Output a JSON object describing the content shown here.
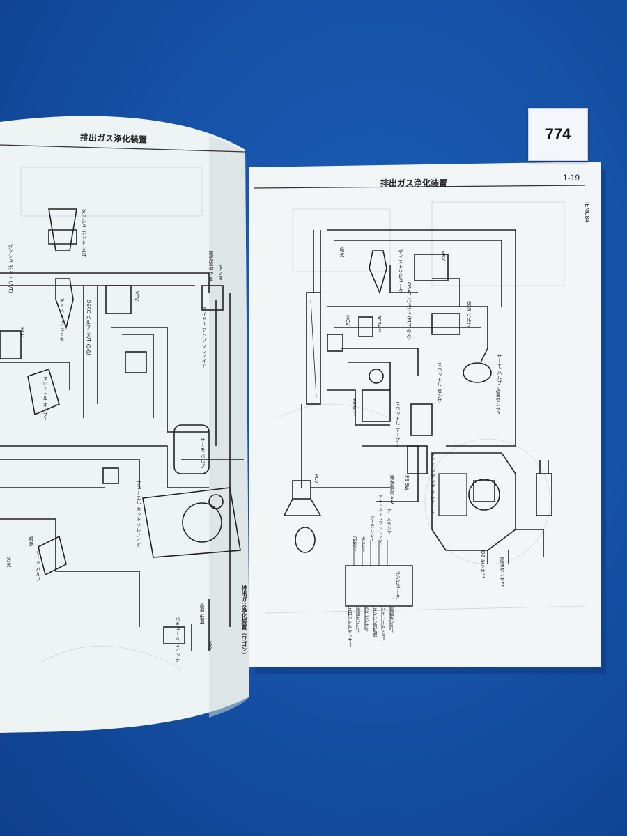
{
  "label_number": "774",
  "left_page": {
    "header": "排出ガス浄化装置",
    "side_caption": "排出ガス浄化装置（ワゴン）",
    "labels": [
      "VRV",
      "PCV",
      "ディストリビュータ",
      "OSAC バルブ (M/T のみ)",
      "ダッシュ ポット (A/T)",
      "ダッシュ ポット (M/T)",
      "スロットル オープナ",
      "アイドル アップ ソレノイド",
      "電気負荷 6 W",
      "PS SW",
      "サーモ バルブ",
      "フューエル カット ソレノイド",
      "リード バルブ",
      "バキューム スイッチ",
      "ESS",
      "高温 低温",
      "吸気",
      "冷気"
    ]
  },
  "right_page": {
    "header": "排出ガス浄化装置",
    "page_number": "1-19",
    "figure_code": "IEM084",
    "labels": [
      "VRV",
      "EGR バルブ",
      "サーモ バルブ",
      "ディストリビュータ",
      "OSAC バルブ* (M/T のみ)",
      "MCV",
      "SCSV**",
      "FBSV**",
      "スロットル センサ",
      "スロットル オープナ",
      "アイドル アップ ソレノイド",
      "電気負荷 SW",
      "PS SW",
      "PCV",
      "水温センサ*",
      "O2 センサ**",
      "高温センサ**",
      "コンピュータ",
      "吸気"
    ],
    "computer_inputs": [
      "スロットル センサ**",
      "水温センサ**",
      "O2 センサ**",
      "エンジン回転数",
      "バキューム SW**",
      "高温センサ**"
    ],
    "computer_outputs": [
      "FBSV**",
      "SCSV**",
      "クーラ リレー",
      "アイドル アップ ソレノイド",
      "アーム ランプ"
    ]
  }
}
